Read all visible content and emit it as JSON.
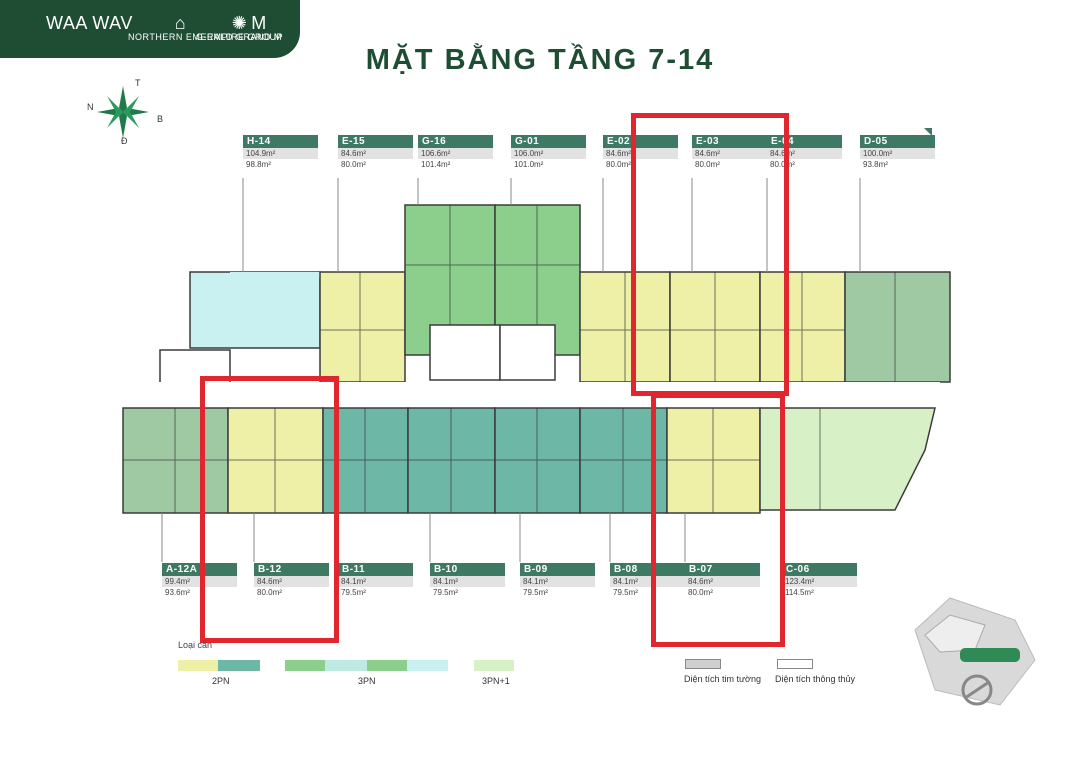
{
  "header": {
    "logos": [
      "WAA WAV",
      "NORTHERN EMERALD",
      "G-EMPIRE GROUP",
      "GRAND M"
    ]
  },
  "title": "MẶT BẰNG TẦNG 7-14",
  "compass": {
    "n": "N",
    "t": "T",
    "b": "B",
    "d": "Đ"
  },
  "top_units": [
    {
      "code": "H-14",
      "area_gross": "104.9m²",
      "area_net": "98.8m²"
    },
    {
      "code": "E-15",
      "area_gross": "84.6m²",
      "area_net": "80.0m²"
    },
    {
      "code": "G-16",
      "area_gross": "106.6m²",
      "area_net": "101.4m²"
    },
    {
      "code": "G-01",
      "area_gross": "106.0m²",
      "area_net": "101.0m²"
    },
    {
      "code": "E-02",
      "area_gross": "84.6m²",
      "area_net": "80.0m²"
    },
    {
      "code": "E-03",
      "area_gross": "84.6m²",
      "area_net": "80.0m²"
    },
    {
      "code": "E-04",
      "area_gross": "84.6m²",
      "area_net": "80.0m²"
    },
    {
      "code": "D-05",
      "area_gross": "100.0m²",
      "area_net": "93.8m²"
    }
  ],
  "bottom_units": [
    {
      "code": "A-12A",
      "area_gross": "99.4m²",
      "area_net": "93.6m²"
    },
    {
      "code": "B-12",
      "area_gross": "84.6m²",
      "area_net": "80.0m²"
    },
    {
      "code": "B-11",
      "area_gross": "84.1m²",
      "area_net": "79.5m²"
    },
    {
      "code": "B-10",
      "area_gross": "84.1m²",
      "area_net": "79.5m²"
    },
    {
      "code": "B-09",
      "area_gross": "84.1m²",
      "area_net": "79.5m²"
    },
    {
      "code": "B-08",
      "area_gross": "84.1m²",
      "area_net": "79.5m²"
    },
    {
      "code": "B-07",
      "area_gross": "84.6m²",
      "area_net": "80.0m²"
    },
    {
      "code": "C-06",
      "area_gross": "123.4m²",
      "area_net": "114.5m²"
    }
  ],
  "legend": {
    "title": "Loại căn",
    "type_2pn": "2PN",
    "type_3pn": "3PN",
    "type_3pn1": "3PN+1",
    "area_wall": "Diện tích tim tường",
    "area_clear": "Diện tích thông thủy"
  },
  "colors": {
    "brand_green": "#1f4d34",
    "label_green": "#3e7a63",
    "unit_yellow": "#eef0a8",
    "unit_teal": "#6db7a6",
    "unit_green": "#8ccf8c",
    "unit_light_teal": "#bfe9e3",
    "unit_light_green": "#d8f0c6",
    "unit_cyan": "#c9f1f1",
    "unit_sage": "#9fc9a3",
    "highlight_red": "#e0262f"
  }
}
